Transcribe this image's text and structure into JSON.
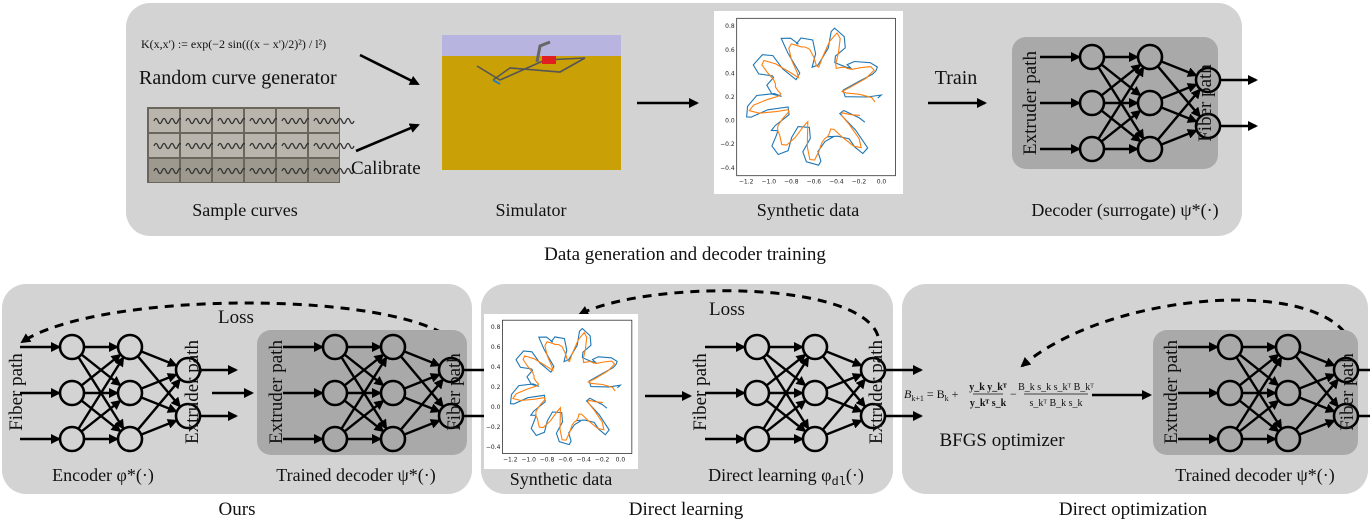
{
  "top": {
    "formula": "K(x,x') := exp(−2 sin(((x − x')/2)²) / l²)",
    "random_curve_generator": "Random curve generator",
    "calibrate": "Calibrate",
    "sample_curves": "Sample curves",
    "simulator": "Simulator",
    "train": "Train",
    "synthetic_data": "Synthetic data",
    "decoder_surrogate": "Decoder (surrogate) ψ*(·)",
    "caption": "Data generation and decoder training"
  },
  "ours": {
    "loss": "Loss",
    "fiber_path": "Fiber path",
    "extruder_path": "Extruder path",
    "encoder": "Encoder φ*(·)",
    "trained_decoder": "Trained decoder ψ*(·)",
    "caption": "Ours"
  },
  "direct_learning": {
    "loss": "Loss",
    "synthetic_data": "Synthetic data",
    "fiber_path": "Fiber path",
    "extruder_path": "Extruder path",
    "label": "Direct learning φ",
    "label_sub": "dl",
    "label_tail": "(·)",
    "caption": "Direct learning"
  },
  "direct_opt": {
    "formula_lhs": "B",
    "formula_lhs_sub": "k+1",
    "formula_eq": " = B",
    "formula_eq_sub": "k",
    "formula_t1_num": "y_k y_kᵀ",
    "formula_t1_den": "y_kᵀ s_k",
    "formula_t2_num": "B_k s_k s_kᵀ B_kᵀ",
    "formula_t2_den": "s_kᵀ B_k s_k",
    "bfgs": "BFGS optimizer",
    "extruder_path": "Extruder path",
    "fiber_path": "Fiber path",
    "trained_decoder": "Trained decoder ψ*(·)",
    "caption": "Direct optimization"
  },
  "plot": {
    "x_ticks": [
      "−1.2",
      "−1.0",
      "−0.8",
      "−0.6",
      "−0.4",
      "−0.2",
      "0.0"
    ],
    "y_ticks": [
      "0.8",
      "0.6",
      "0.4",
      "0.2",
      "0.0",
      "−0.2",
      "−0.4"
    ],
    "series_colors": [
      "#1f77b4",
      "#ff7f0e"
    ]
  },
  "colors": {
    "panel": "#d3d3d3",
    "decoder_box": "#a9a9a9",
    "sim_sky": "#b7b4df",
    "sim_floor": "#c9a005"
  }
}
